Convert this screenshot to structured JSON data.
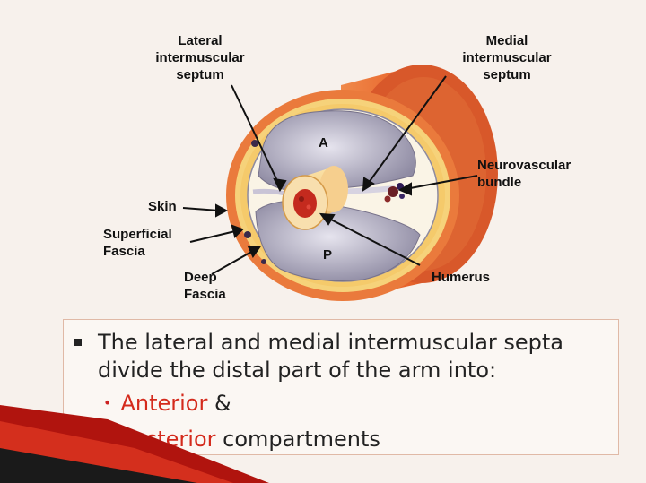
{
  "labels": {
    "lateral_septum": "Lateral\nintermuscular\nseptum",
    "medial_septum": "Medial\nintermuscular\nseptum",
    "neurovascular": "Neurovascular\nbundle",
    "skin": "Skin",
    "superficial_fascia": "Superficial\nFascia",
    "deep_fascia": "Deep\nFascia",
    "humerus": "Humerus",
    "anterior_letter": "A",
    "posterior_letter": "P"
  },
  "text": {
    "main": "The lateral and medial intermuscular septa divide the distal part of the arm into:",
    "item1_term": "Anterior",
    "item1_rest": " &",
    "item2_term": "Posterior",
    "item2_rest": " compartments"
  },
  "colors": {
    "skin": "#e8743a",
    "fat": "#f6d27a",
    "muscle": "#b9b6c8",
    "bone": "#f3c784",
    "marrow": "#c42a1e",
    "accent_red": "#d42a1c"
  }
}
